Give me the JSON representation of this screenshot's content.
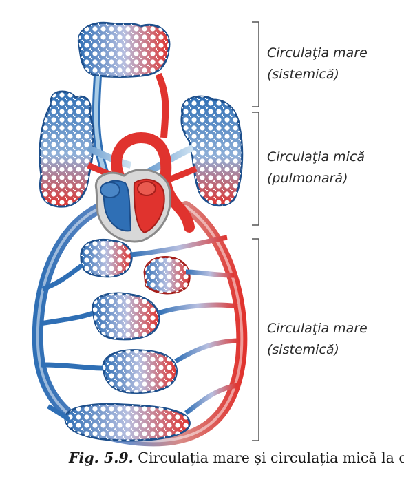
{
  "labels": {
    "upper_systemic": {
      "line1": "Circulaţia mare",
      "line2": "(sistemică)"
    },
    "pulmonary": {
      "line1": "Circulaţia mică",
      "line2": "(pulmonară)"
    },
    "lower_systemic": {
      "line1": "Circulaţia mare",
      "line2": "(sistemică)"
    }
  },
  "caption": {
    "figure_number": "Fig. 5.9.",
    "text": "Circulația mare și circulația mică la om"
  },
  "colors": {
    "venous_blue": "#2f6fb5",
    "arterial_red": "#e0332e",
    "light_blue": "#a9cce6",
    "bracket": "#555555",
    "frame": "#e8898a"
  }
}
